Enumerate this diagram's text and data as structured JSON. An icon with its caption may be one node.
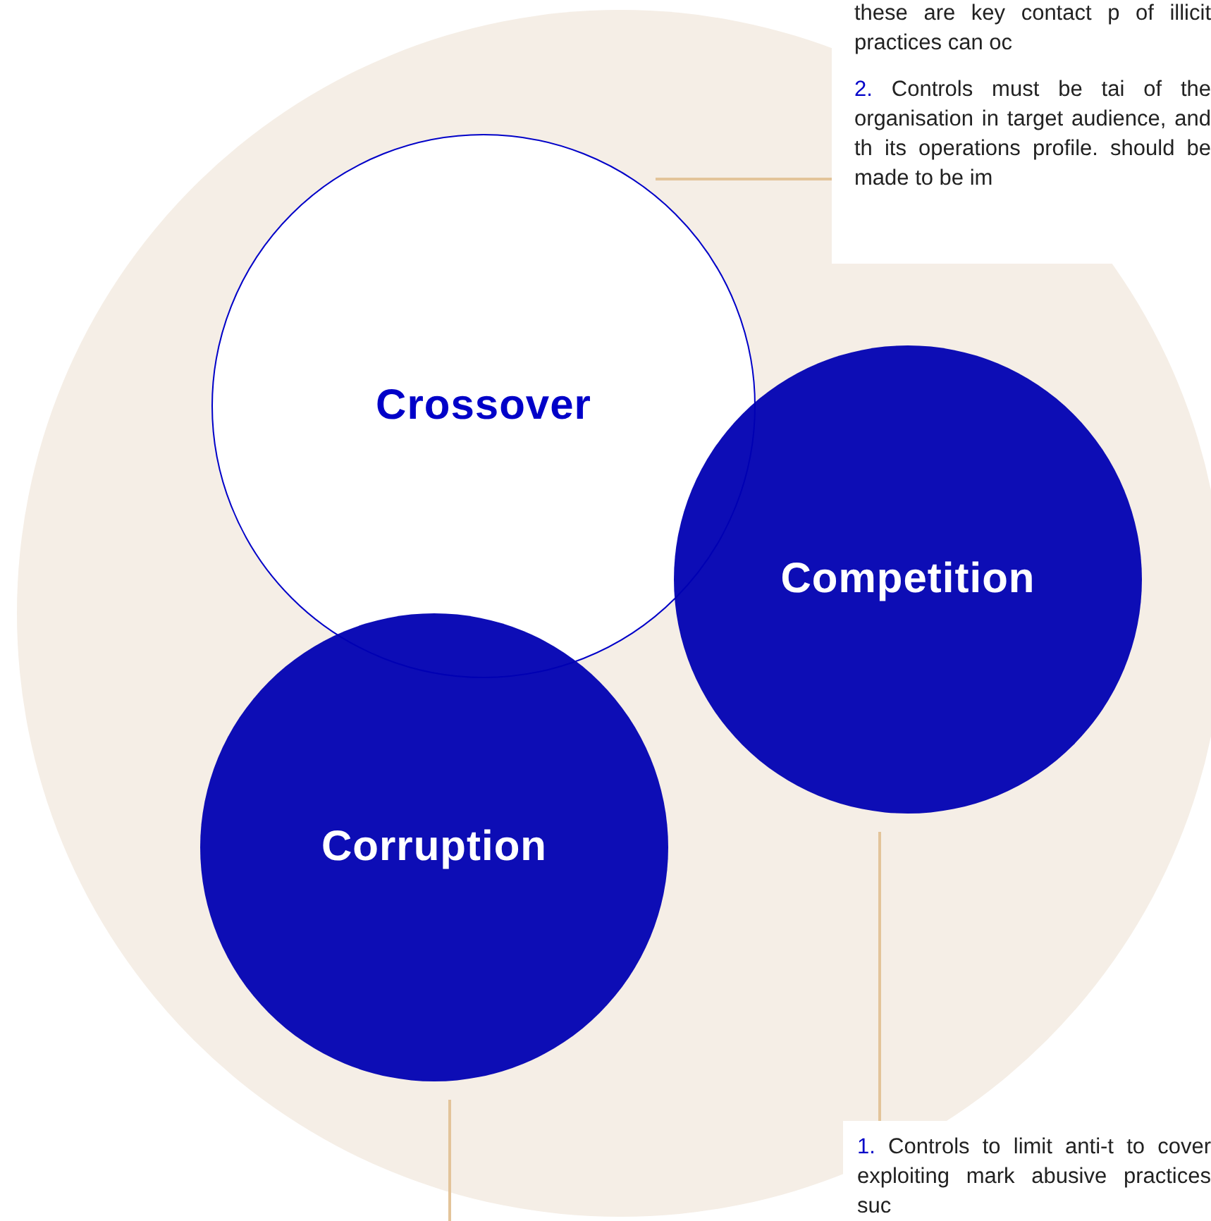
{
  "diagram": {
    "nodes": [
      {
        "text": [
          "these are key contact p of illicit practices can oc",
          "2.",
          "Controls must be tai of the organisation in target audience, and th its operations profile. should be made to be im"
        ]
      },
      {
        "text": [
          "Crossover"
        ]
      },
      {
        "text": [
          "Competition"
        ]
      },
      {
        "text": [
          "Corruption"
        ]
      },
      {
        "text": [
          "1.",
          "Controls to limit anti-t to cover exploiting mark abusive practices suc"
        ]
      }
    ],
    "edges": [
      {
        "from": 0,
        "to": 1,
        "arrow": "none"
      },
      {
        "from": 4,
        "to": 2,
        "arrow": "none"
      },
      {
        "from": 3,
        "to": null,
        "arrow": "none"
      }
    ]
  }
}
